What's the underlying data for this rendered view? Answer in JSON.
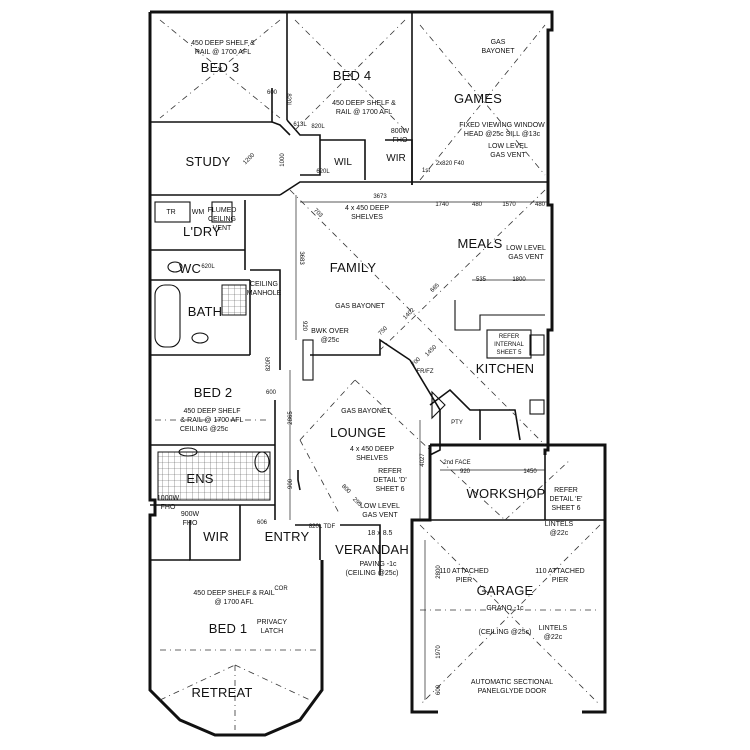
{
  "rooms": {
    "bed3": "BED 3",
    "bed4": "BED 4",
    "games": "GAMES",
    "study": "STUDY",
    "laundry": "L'DRY",
    "wc": "WC",
    "bath": "BATH",
    "family": "FAMILY",
    "meals": "MEALS",
    "kitchen": "KITCHEN",
    "bed2": "BED 2",
    "lounge": "LOUNGE",
    "ens": "ENS",
    "wir": "WIR",
    "wil": "WIL",
    "wir2": "WIR",
    "entry": "ENTRY",
    "verandah": "VERANDAH",
    "workshop": "WORKSHOP",
    "garage": "GARAGE",
    "bed1": "BED 1",
    "retreat": "RETREAT"
  },
  "notes": {
    "bed3_shelf_1": "450 DEEP SHELF &",
    "bed3_shelf_2": "RAIL @ 1700 AFL",
    "bed4_shelf_1": "450 DEEP SHELF &",
    "bed4_shelf_2": "RAIL @ 1700 AFL",
    "games_gas_1": "GAS",
    "games_gas_2": "BAYONET",
    "games_window_1": "FIXED VIEWING WINDOW",
    "games_window_2": "HEAD @25c SILL @13c",
    "games_vent_1": "LOW LEVEL",
    "games_vent_2": "GAS VENT",
    "fho_1": "800W",
    "fho_2": "FHO",
    "ldry_vent_1": "FLUMED",
    "ldry_vent_2": "CEILING",
    "ldry_vent_3": "VENT",
    "tr": "TR",
    "wm": "WM",
    "ceiling_manhole_1": "CEILING",
    "ceiling_manhole_2": "MANHOLE",
    "family_shelves_1": "4 x 450 DEEP",
    "family_shelves_2": "SHELVES",
    "family_gas": "GAS BAYONET",
    "bwk_1": "BWK OVER",
    "bwk_2": "@25c",
    "meals_vent_1": "LOW LEVEL",
    "meals_vent_2": "GAS VENT",
    "refer_1": "REFER",
    "refer_2": "INTERNAL",
    "refer_3": "SHEET 5",
    "frz": "FR/FZ",
    "pty": "PTY",
    "bed2_shelf_1": "450 DEEP SHELF",
    "bed2_shelf_2": "& RAIL @ 1700 AFL",
    "bed2_shelf_3": "CEILING @25c",
    "lounge_gas": "GAS BAYONET",
    "lounge_shelves_1": "4 x 450 DEEP",
    "lounge_shelves_2": "SHELVES",
    "lounge_refer_1": "REFER",
    "lounge_refer_2": "DETAIL 'D'",
    "lounge_refer_3": "SHEET 6",
    "ens_fho_1": "1000W",
    "ens_fho_2": "FHO",
    "wir_fho_1": "900W",
    "wir_fho_2": "FHO",
    "entry_vent_1": "LOW LEVEL",
    "entry_vent_2": "GAS VENT",
    "verandah_size": "18 x 8.5",
    "verandah_paving": "PAVING -1c",
    "verandah_ceiling": "(CEILING @25c)",
    "tdf": "820L TDF",
    "second_face": "2nd FACE",
    "workshop_refer_1": "REFER",
    "workshop_refer_2": "DETAIL 'E'",
    "workshop_refer_3": "SHEET 6",
    "lintels_1": "LINTELS",
    "lintels_2": "@22c",
    "pier_l_1": "110 ATTACHED",
    "pier_l_2": "PIER",
    "pier_r_1": "110 ATTACHED",
    "pier_r_2": "PIER",
    "garage_grano": "GRANO -1c",
    "garage_ceiling": "(CEILING @25c)",
    "garage_lintels_1": "LINTELS",
    "garage_lintels_2": "@22c",
    "garage_door_1": "AUTOMATIC SECTIONAL",
    "garage_door_2": "PANELGLYDE DOOR",
    "bed1_shelf_1": "450 DEEP SHELF & RAIL",
    "bed1_shelf_2": "@ 1700 AFL",
    "privacy_1": "PRIVACY",
    "privacy_2": "LATCH",
    "cor": "COR",
    "first": "1st",
    "f40": "2x820 F40"
  },
  "dimensions": {
    "d3673": "3673",
    "d1740": "1740",
    "d480a": "480",
    "d1570": "1570",
    "d480b": "480",
    "d3683": "3683",
    "d703": "703",
    "d535": "535",
    "d1800": "1800",
    "d665": "665",
    "d1402": "1402",
    "d750": "750",
    "d1450": "1450",
    "d700": "700",
    "d920a": "920",
    "d920b": "920",
    "d1450b": "1450",
    "d2865": "2865",
    "d4027": "4027",
    "d800": "800",
    "d295": "295",
    "d600a": "600",
    "d600b": "600",
    "d606": "606",
    "d900": "900",
    "d2800": "2800",
    "d1970": "1970",
    "d600c": "600",
    "d820a": "820L",
    "d820b": "820R",
    "d620a": "620L",
    "d620b": "620L",
    "d1200": "1200",
    "d1000": "1000",
    "d613": "613L",
    "d820c": "820L"
  }
}
